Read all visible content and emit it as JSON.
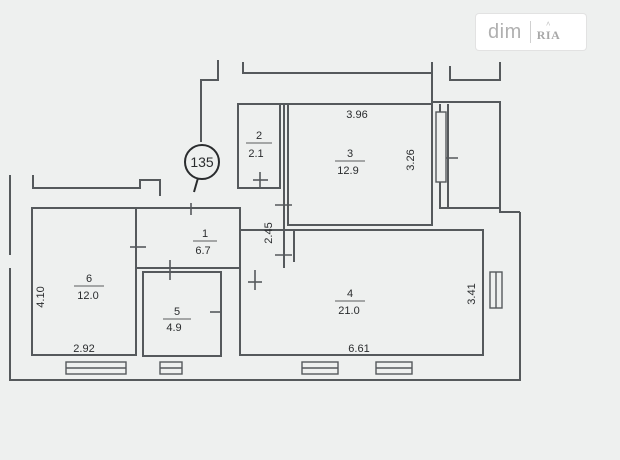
{
  "watermark": {
    "text": "dim",
    "logo_text": "RIA"
  },
  "unit_number": "135",
  "rooms": [
    {
      "id": "1",
      "area": "6.7"
    },
    {
      "id": "2",
      "area": "2.1"
    },
    {
      "id": "3",
      "area": "12.9"
    },
    {
      "id": "4",
      "area": "21.0"
    },
    {
      "id": "5",
      "area": "4.9"
    },
    {
      "id": "6",
      "area": "12.0"
    }
  ],
  "dimensions": {
    "room3_width": "3.96",
    "room3_height": "3.26",
    "corridor_height": "2.45",
    "room4_height": "3.41",
    "room4_width": "6.61",
    "room6_height": "4.10",
    "room6_width": "2.92"
  },
  "colors": {
    "paper": "#eef0ef",
    "line": "#55595c",
    "text": "#2a2c2e"
  }
}
